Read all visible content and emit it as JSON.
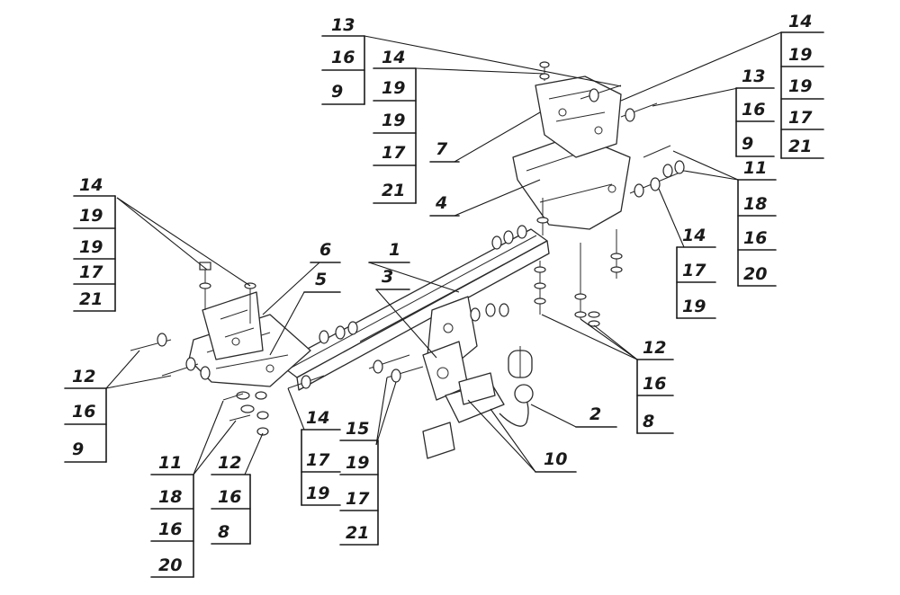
{
  "callouts": {
    "tl_13": "13",
    "tl_16": "16",
    "tl_9": "9",
    "tc_14": "14",
    "tc_19a": "19",
    "tc_19b": "19",
    "tc_17": "17",
    "tc_21": "21",
    "tr_14": "14",
    "tr_19a": "19",
    "tr_19b": "19",
    "tr_17": "17",
    "tr_21": "21",
    "tr2_13": "13",
    "tr2_16": "16",
    "tr2_9": "9",
    "r_11": "11",
    "r_18": "18",
    "r_16": "16",
    "r_20": "20",
    "r2_14": "14",
    "r2_17": "17",
    "r2_19": "19",
    "l_14": "14",
    "l_19a": "19",
    "l_19b": "19",
    "l_17": "17",
    "l_21": "21",
    "l_12": "12",
    "l_16": "16",
    "l_9": "9",
    "bl_11": "11",
    "bl_18": "18",
    "bl_16": "16",
    "bl_20": "20",
    "bm_12": "12",
    "bm_16": "16",
    "bm_8": "8",
    "b_14": "14",
    "b_17": "17",
    "b_19": "19",
    "b_15": "15",
    "b_19b": "19",
    "b_17b": "17",
    "b_21": "21",
    "br_12": "12",
    "br_16": "16",
    "br_8": "8",
    "p7": "7",
    "p4": "4",
    "p6": "6",
    "p5": "5",
    "p1": "1",
    "p3": "3",
    "p2": "2",
    "p10": "10"
  }
}
